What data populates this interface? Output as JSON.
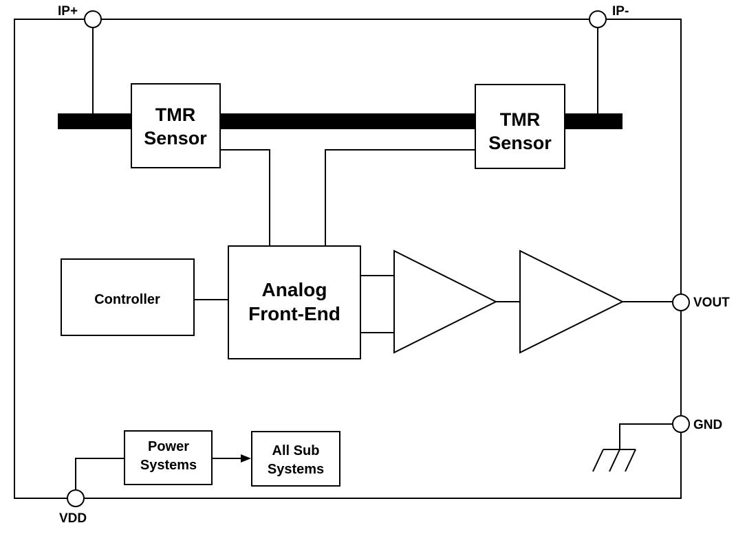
{
  "pins": {
    "ip_plus": "IP+",
    "ip_minus": "IP-",
    "vout": "VOUT",
    "gnd": "GND",
    "vdd": "VDD"
  },
  "blocks": {
    "tmr_left": {
      "line1": "TMR",
      "line2": "Sensor"
    },
    "tmr_right": {
      "line1": "TMR",
      "line2": "Sensor"
    },
    "controller": "Controller",
    "afe": {
      "line1": "Analog",
      "line2": "Front-End"
    },
    "power": {
      "line1": "Power",
      "line2": "Systems"
    },
    "all_sub": {
      "line1": "All Sub",
      "line2": "Systems"
    }
  },
  "colors": {
    "stroke": "#000000",
    "background": "#ffffff"
  }
}
